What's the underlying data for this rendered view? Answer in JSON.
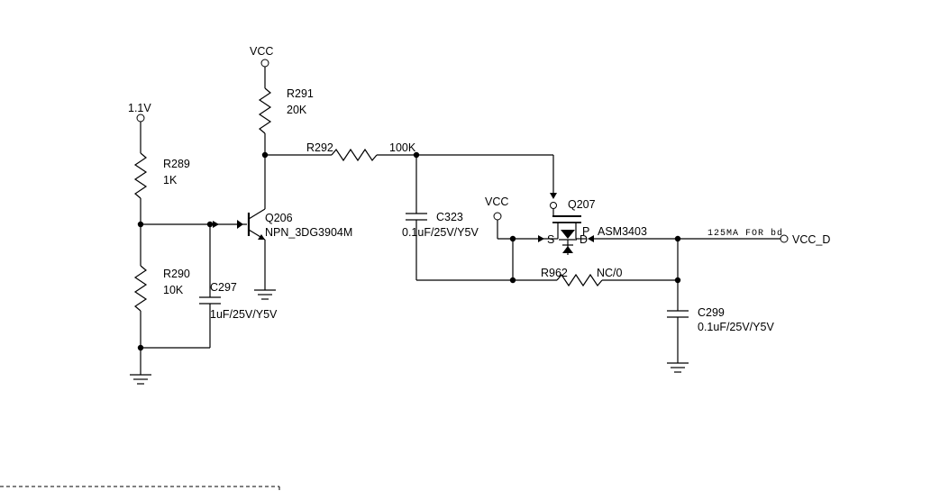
{
  "nets": {
    "vcc_top": "VCC",
    "v1_1": "1.1V",
    "vcc_mid": "VCC",
    "vcc_d": "VCC_D"
  },
  "components": {
    "r291": {
      "ref": "R291",
      "value": "20K"
    },
    "r289": {
      "ref": "R289",
      "value": "1K"
    },
    "r290": {
      "ref": "R290",
      "value": "10K"
    },
    "r292": {
      "ref": "R292",
      "value": "100K"
    },
    "r962": {
      "ref": "R962",
      "value": "NC/0"
    },
    "c297": {
      "ref": "C297",
      "value": "1uF/25V/Y5V"
    },
    "c323": {
      "ref": "C323",
      "value": "0.1uF/25V/Y5V"
    },
    "c299": {
      "ref": "C299",
      "value": "0.1uF/25V/Y5V"
    },
    "q206": {
      "ref": "Q206",
      "value": "NPN_3DG3904M"
    },
    "q207": {
      "ref": "Q207",
      "value": "ASM3403",
      "pin_s": "S",
      "pin_d": "D",
      "pin_p": "P"
    }
  },
  "annotation": "125MA FOR bd"
}
